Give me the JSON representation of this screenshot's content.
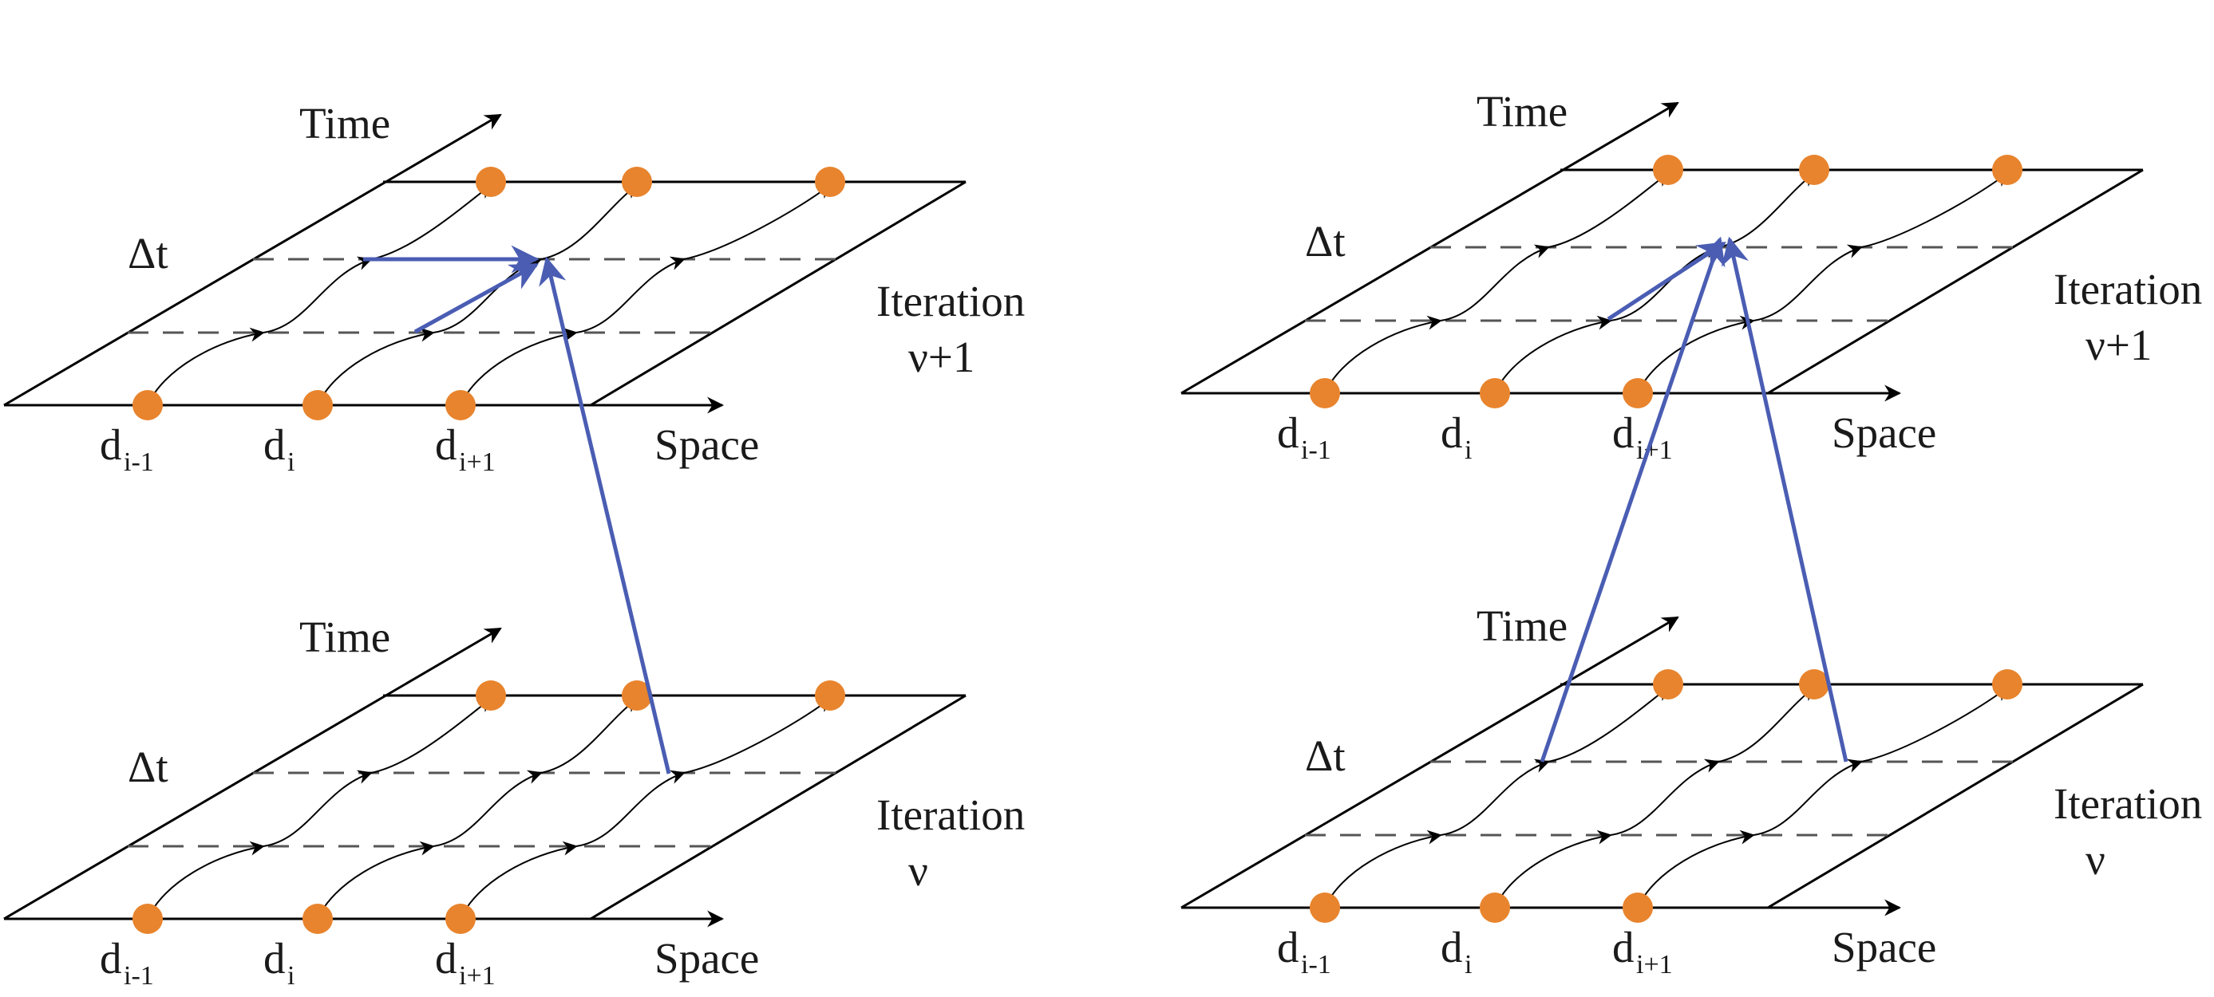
{
  "colors": {
    "node": "#e8842d",
    "link": "#4a5db3",
    "line": "#000000",
    "dash": "#555555"
  },
  "panels": [
    {
      "id": "left",
      "top": {
        "time_label": "Time",
        "dt_label": "Δt",
        "space_label": "Space",
        "iteration_line1": "Iteration",
        "iteration_line2": "ν+1",
        "points": [
          {
            "d": "d",
            "sub": "i-1"
          },
          {
            "d": "d",
            "sub": "i"
          },
          {
            "d": "d",
            "sub": "i+1"
          }
        ]
      },
      "bottom": {
        "time_label": "Time",
        "dt_label": "Δt",
        "space_label": "Space",
        "iteration_line1": "Iteration",
        "iteration_line2": "ν",
        "points": [
          {
            "d": "d",
            "sub": "i-1"
          },
          {
            "d": "d",
            "sub": "i"
          },
          {
            "d": "d",
            "sub": "i+1"
          }
        ]
      }
    },
    {
      "id": "right",
      "top": {
        "time_label": "Time",
        "dt_label": "Δt",
        "space_label": "Space",
        "iteration_line1": "Iteration",
        "iteration_line2": "ν+1",
        "points": [
          {
            "d": "d",
            "sub": "i-1"
          },
          {
            "d": "d",
            "sub": "i"
          },
          {
            "d": "d",
            "sub": "i+1"
          }
        ]
      },
      "bottom": {
        "time_label": "Time",
        "dt_label": "Δt",
        "space_label": "Space",
        "iteration_line1": "Iteration",
        "iteration_line2": "ν",
        "points": [
          {
            "d": "d",
            "sub": "i-1"
          },
          {
            "d": "d",
            "sub": "i"
          },
          {
            "d": "d",
            "sub": "i+1"
          }
        ]
      }
    }
  ]
}
